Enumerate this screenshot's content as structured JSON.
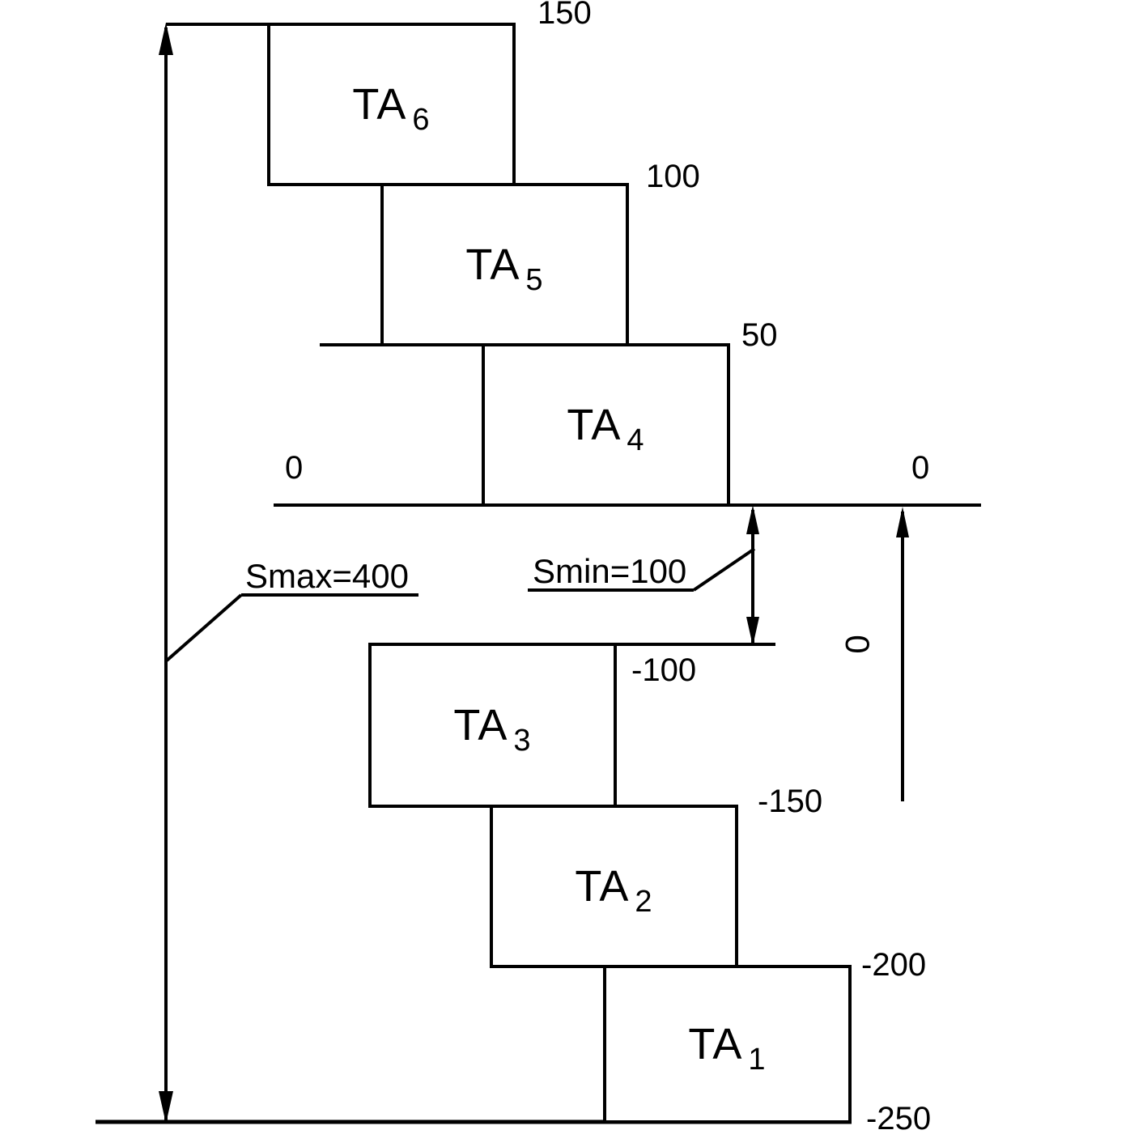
{
  "diagram": {
    "boxes": [
      {
        "base": "TA",
        "sub": "6"
      },
      {
        "base": "TA",
        "sub": "5"
      },
      {
        "base": "TA",
        "sub": "4"
      },
      {
        "base": "TA",
        "sub": "3"
      },
      {
        "base": "TA",
        "sub": "2"
      },
      {
        "base": "TA",
        "sub": "1"
      }
    ],
    "levels": {
      "p150": "150",
      "p100": "100",
      "p50": "50",
      "zero_left": "0",
      "zero_right": "0",
      "m100": "-100",
      "m150": "-150",
      "m200": "-200",
      "m250": "-250"
    },
    "annotations": {
      "smax": "Smax=400",
      "smin": "Smin=100",
      "axis_zero": "0"
    },
    "line_color": "#000000",
    "background_color": "#ffffff"
  }
}
